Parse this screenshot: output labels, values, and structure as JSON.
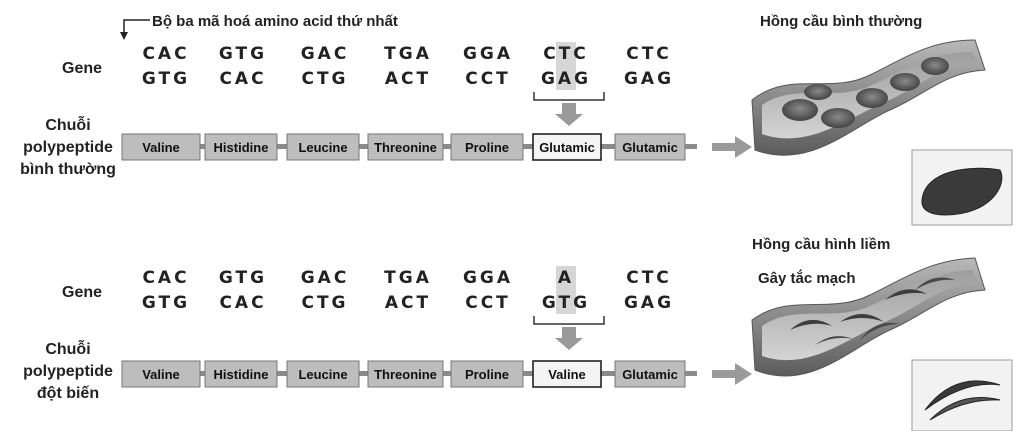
{
  "annotation": "Bộ ba mã hoá amino acid thứ nhất",
  "normal": {
    "gene_label": "Gene",
    "chain_label": [
      "Chuỗi",
      "polypeptide",
      "bình thường"
    ],
    "codons_top": [
      "CAC",
      "GTG",
      "GAC",
      "TGA",
      "GGA",
      "CTC",
      "CTC"
    ],
    "codons_bottom": [
      "GTG",
      "CAC",
      "CTG",
      "ACT",
      "CCT",
      "GAG",
      "GAG"
    ],
    "amino_acids": [
      "Valine",
      "Histidine",
      "Leucine",
      "Threonine",
      "Proline",
      "Glutamic",
      "Glutamic"
    ],
    "cell_title": "Hồng cầu bình thường"
  },
  "mutant": {
    "gene_label": "Gene",
    "chain_label": [
      "Chuỗi",
      "polypeptide",
      "đột biến"
    ],
    "codons_top": [
      "CAC",
      "GTG",
      "GAC",
      "TGA",
      "GGA",
      "A",
      "CTC"
    ],
    "codons_bottom": [
      "GTG",
      "CAC",
      "CTG",
      "ACT",
      "CCT",
      "GTG",
      "GAG"
    ],
    "amino_acids": [
      "Valine",
      "Histidine",
      "Leucine",
      "Threonine",
      "Proline",
      "Valine",
      "Glutamic"
    ],
    "cell_title": "Hồng cầu hình liềm",
    "cell_subtitle": "Gây tắc mạch"
  },
  "colors": {
    "box_fill": "#bdbdbd",
    "box_highlight": "#f4f4f4",
    "highlight_bg": "#d6d6d6",
    "arrow": "#9a9a9a",
    "vessel": "#8c8c8c",
    "cell": "#5a5a5a"
  }
}
